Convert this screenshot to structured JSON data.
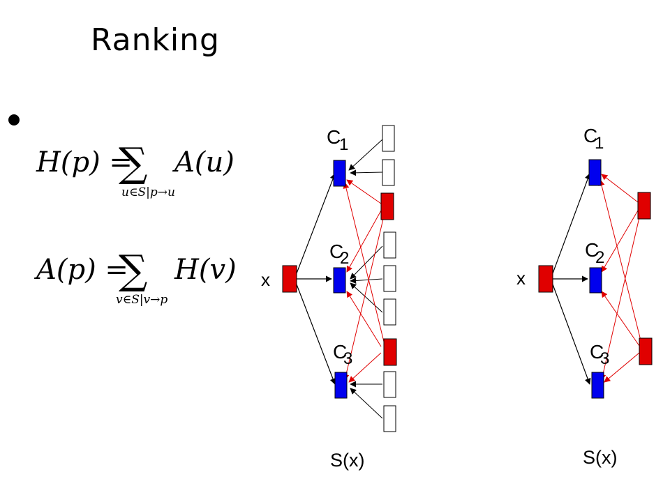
{
  "slide": {
    "title": "Ranking"
  },
  "equations": {
    "hub": {
      "lhs": "H(p) =",
      "sum": "∑",
      "subscript": "u∈S|p→u",
      "rhs": "A(u)"
    },
    "authority": {
      "lhs": "A(p) =",
      "sum": "∑",
      "subscript": "v∈S|v→p",
      "rhs": "H(v)"
    }
  },
  "diagrams": [
    {
      "query_label": "x",
      "centers": [
        {
          "letter": "C",
          "index": "1"
        },
        {
          "letter": "C",
          "index": "2"
        },
        {
          "letter": "C",
          "index": "3"
        }
      ],
      "set_label": "S(x)"
    },
    {
      "query_label": "x",
      "centers": [
        {
          "letter": "C",
          "index": "1"
        },
        {
          "letter": "C",
          "index": "2"
        },
        {
          "letter": "C",
          "index": "3"
        }
      ],
      "set_label": "S(x)"
    }
  ],
  "colors": {
    "hub": "#e00000",
    "center": "#0000ee",
    "edge_red": "#e00000",
    "edge_black": "#000000"
  }
}
